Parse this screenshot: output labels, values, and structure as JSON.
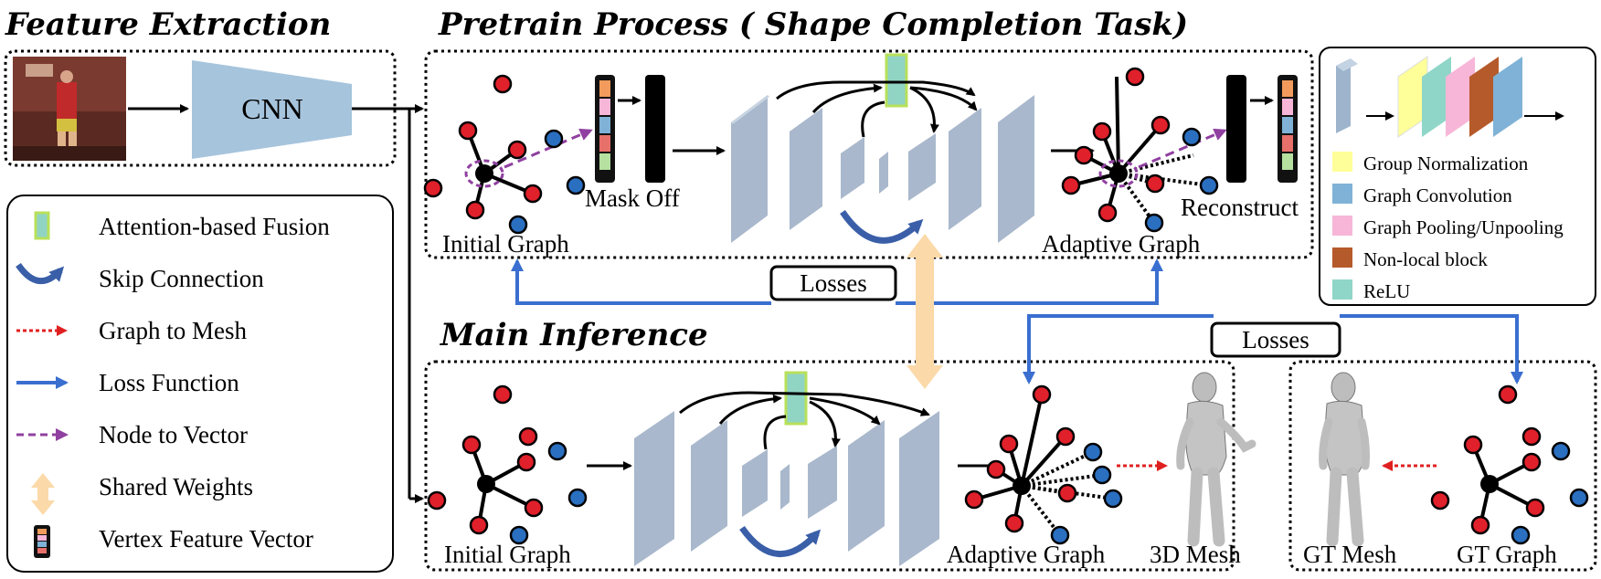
{
  "titles": {
    "feature_extraction": "Feature Extraction",
    "pretrain": "Pretrain Process ( Shape Completion Task)",
    "main_inference": "Main Inference"
  },
  "labels": {
    "cnn": "CNN",
    "mask_off": "Mask Off",
    "reconstruct": "Reconstruct",
    "initial_graph_top": "Initial Graph",
    "adaptive_graph_top": "Adaptive Graph",
    "initial_graph_bottom": "Initial Graph",
    "adaptive_graph_bottom": "Adaptive Graph",
    "mesh_3d": "3D Mesh",
    "gt_mesh": "GT Mesh",
    "gt_graph": "GT Graph",
    "losses_top": "Losses",
    "losses_bottom": "Losses"
  },
  "legend": [
    {
      "icon": "attention-fusion-icon",
      "label": "Attention-based Fusion"
    },
    {
      "icon": "skip-connection-icon",
      "label": "Skip Connection"
    },
    {
      "icon": "graph-to-mesh-icon",
      "label": "Graph to Mesh"
    },
    {
      "icon": "loss-function-icon",
      "label": "Loss Function"
    },
    {
      "icon": "node-to-vector-icon",
      "label": "Node to Vector"
    },
    {
      "icon": "shared-weights-icon",
      "label": "Shared Weights"
    },
    {
      "icon": "vertex-feature-vector-icon",
      "label": "Vertex Feature Vector"
    }
  ],
  "block_legend": [
    {
      "color": "#ffff99",
      "label": "Group Normalization"
    },
    {
      "color": "#7fb2d6",
      "label": "Graph Convolution"
    },
    {
      "color": "#f7b6d8",
      "label": "Graph Pooling/Unpooling"
    },
    {
      "color": "#b55a2a",
      "label": "Non-local block"
    },
    {
      "color": "#8fd6c8",
      "label": "ReLU"
    }
  ],
  "colors": {
    "red_node": "#e0202a",
    "blue_node": "#2a6fc0",
    "layer": "#a9b8cc",
    "attention_fill": "#90d4c4",
    "attention_border": "#b8e05a",
    "loss_arrow": "#3a6fd0",
    "shared_weights": "#fbd9a8",
    "skip_arrow": "#3a5fa8",
    "node_to_vector": "#9040a0",
    "graph_to_mesh": "#e02020"
  }
}
